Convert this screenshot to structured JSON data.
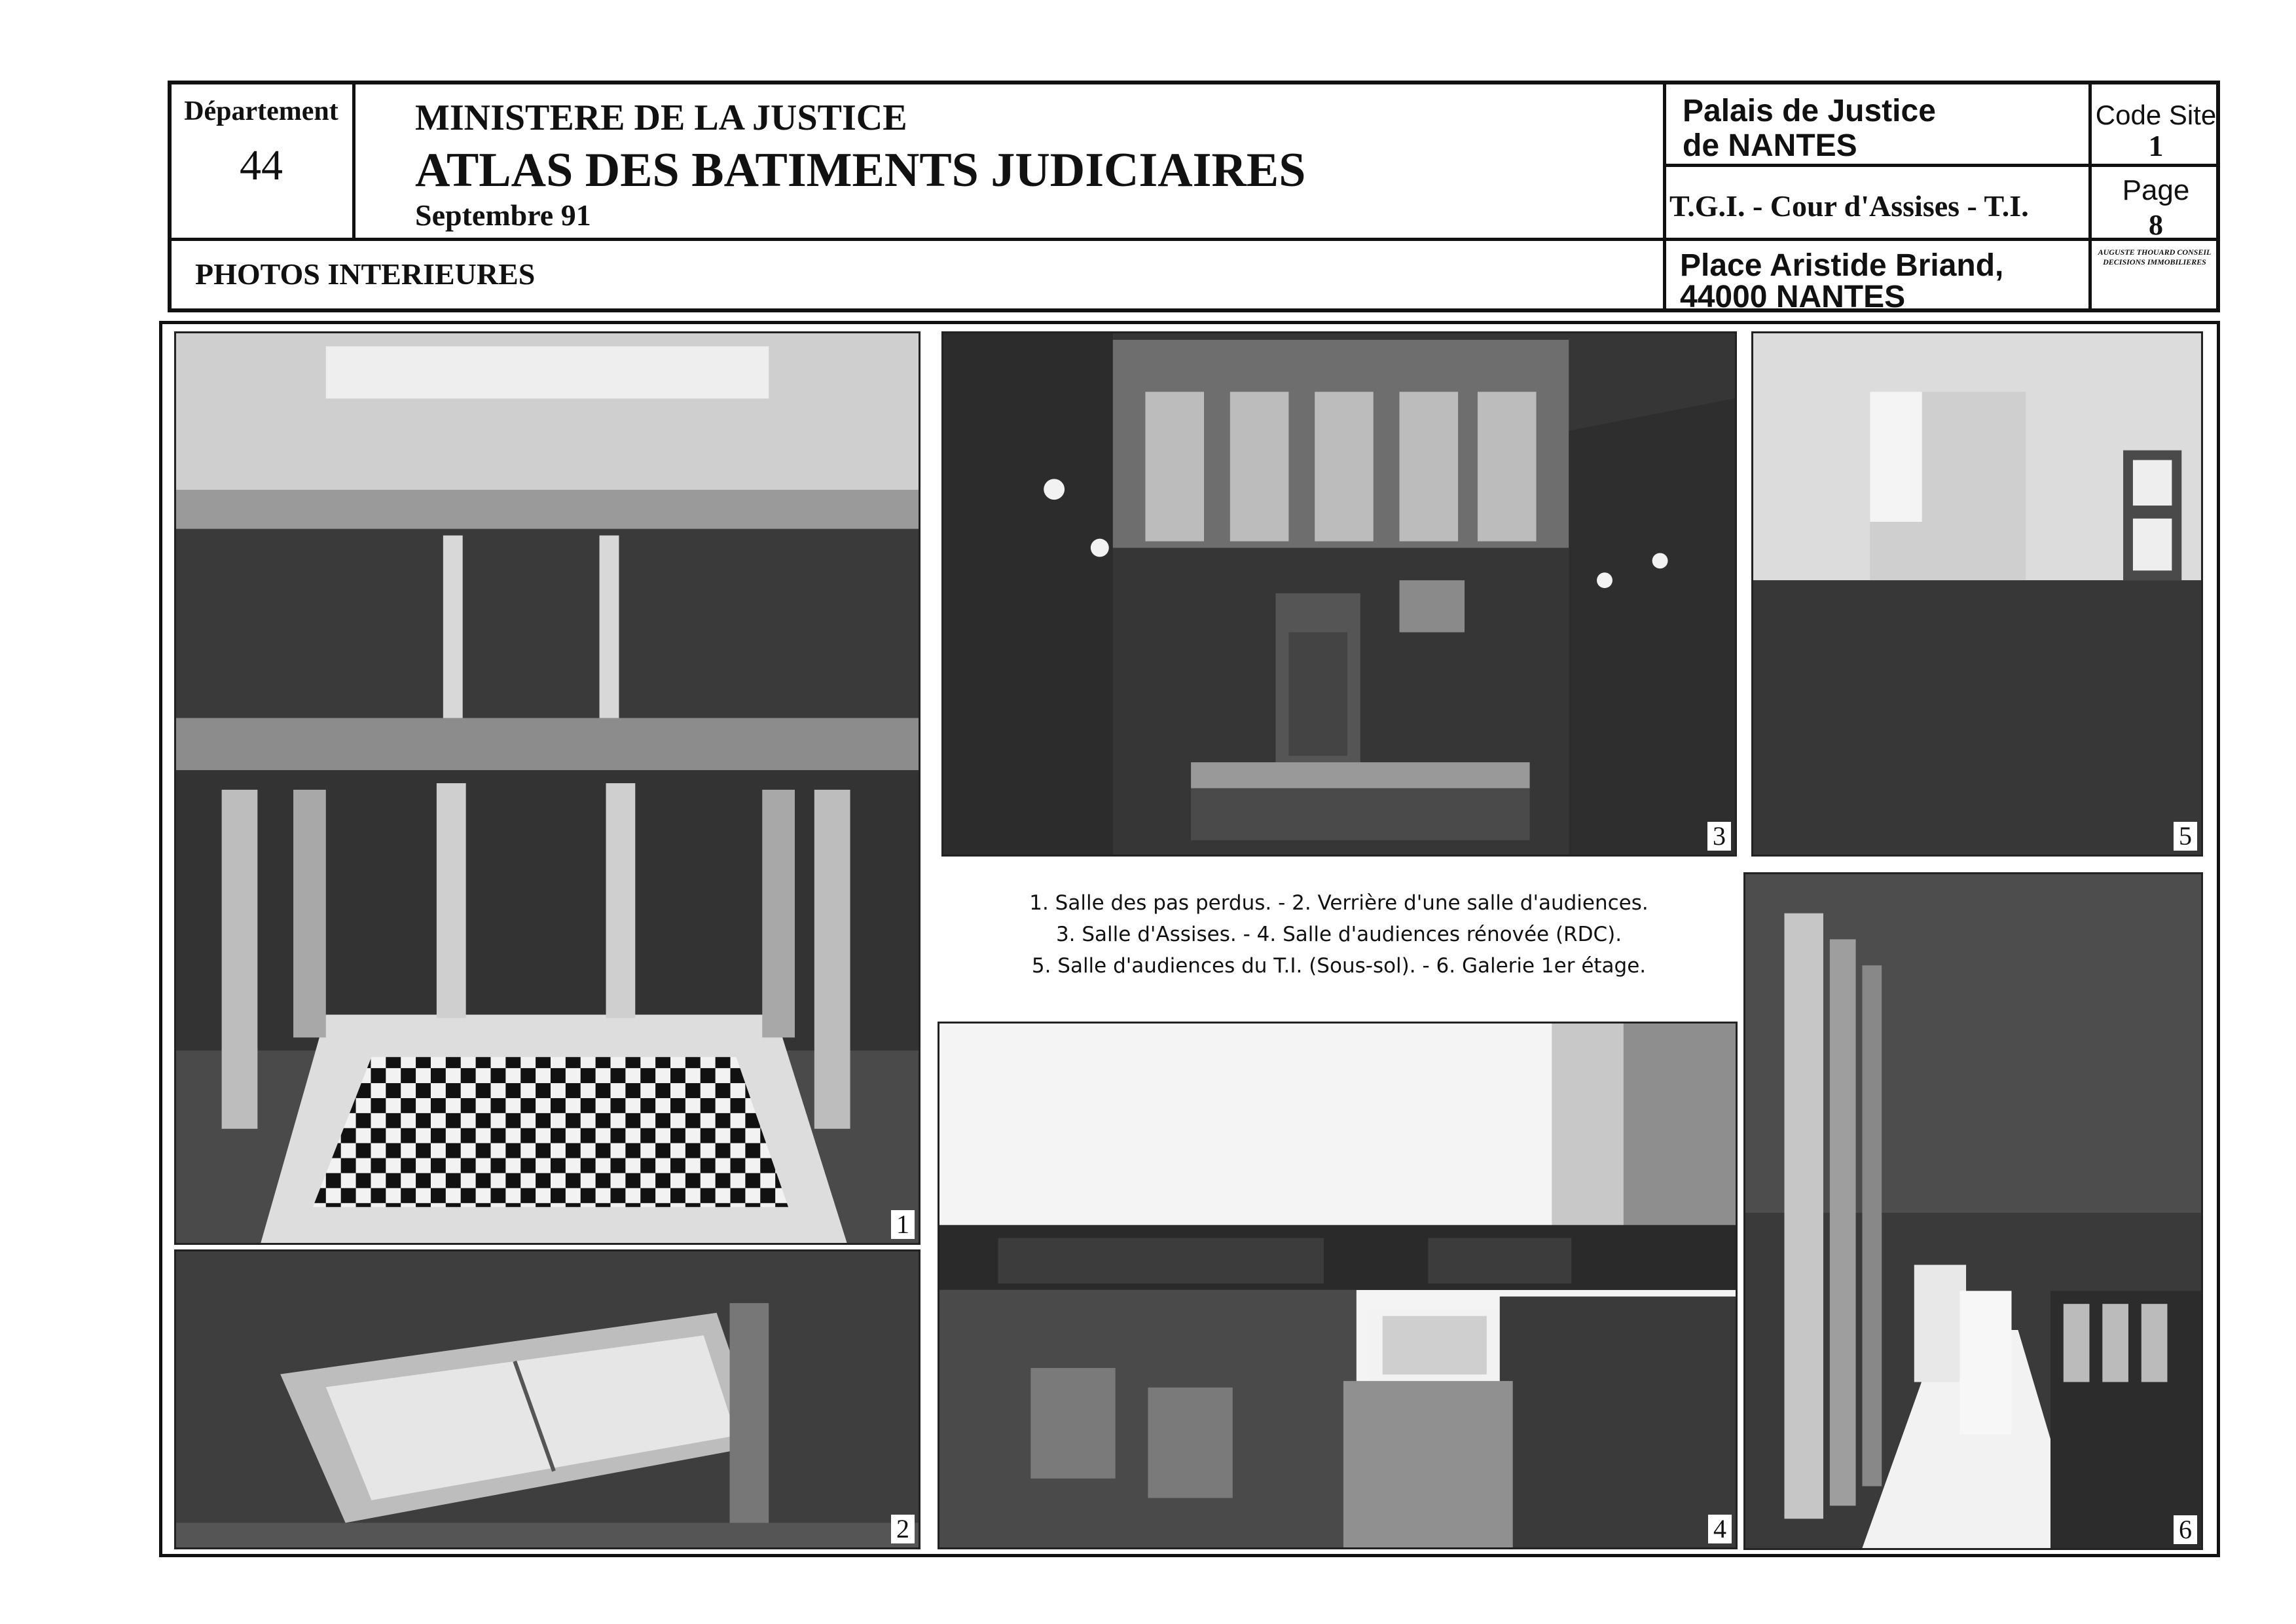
{
  "header": {
    "departement_label": "Département",
    "departement_value": "44",
    "ministry": "MINISTERE DE LA JUSTICE",
    "atlas_title": "ATLAS DES BATIMENTS JUDICIAIRES",
    "date": "Septembre 91",
    "palais_line1": "Palais de Justice",
    "palais_line2": "de NANTES",
    "code_site_label": "Code Site",
    "code_site_value": "1",
    "jurisdictions": "T.G.I. - Cour d'Assises - T.I.",
    "page_label": "Page",
    "page_value": "8",
    "section_title": "PHOTOS INTERIEURES",
    "address_line1": "Place Aristide Briand,",
    "address_line2": "44000 NANTES",
    "consultant_logo": "AUGUSTE THOUARD CONSEIL DECISIONS IMMOBILIERES"
  },
  "photos": [
    {
      "number": "1"
    },
    {
      "number": "2"
    },
    {
      "number": "3"
    },
    {
      "number": "4"
    },
    {
      "number": "5"
    },
    {
      "number": "6"
    }
  ],
  "caption": {
    "line1": "1. Salle des pas perdus. - 2. Verrière d'une salle d'audiences.",
    "line2": "3. Salle d'Assises. - 4. Salle d'audiences rénovée (RDC).",
    "line3": "5. Salle d'audiences du T.I. (Sous-sol). - 6. Galerie 1er étage."
  }
}
